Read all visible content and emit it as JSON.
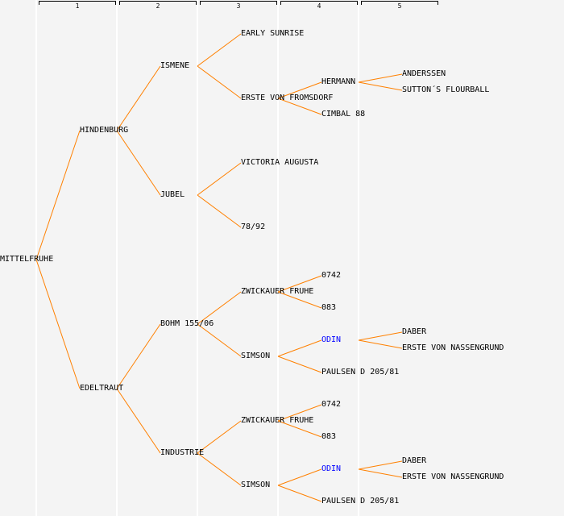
{
  "generations": [
    "1",
    "2",
    "3",
    "4",
    "5"
  ],
  "colors": {
    "line": "#ff8000",
    "text": "#000000",
    "highlight": "#0000ff"
  },
  "tree": {
    "name": "MITTELFRUHE",
    "parents": [
      {
        "name": "HINDENBURG",
        "parents": [
          {
            "name": "ISMENE",
            "parents": [
              {
                "name": "EARLY SUNRISE"
              },
              {
                "name": "ERSTE VON FROMSDORF",
                "parents": [
                  {
                    "name": "HERMANN",
                    "parents": [
                      {
                        "name": "ANDERSSEN"
                      },
                      {
                        "name": "SUTTON´S FLOURBALL"
                      }
                    ]
                  },
                  {
                    "name": "CIMBAL 88"
                  }
                ]
              }
            ]
          },
          {
            "name": "JUBEL",
            "parents": [
              {
                "name": "VICTORIA AUGUSTA"
              },
              {
                "name": "78/92"
              }
            ]
          }
        ]
      },
      {
        "name": "EDELTRAUT",
        "parents": [
          {
            "name": "BOHM 155/06",
            "parents": [
              {
                "name": "ZWICKAUER FRUHE",
                "parents": [
                  {
                    "name": "0742"
                  },
                  {
                    "name": "083"
                  }
                ]
              },
              {
                "name": "SIMSON",
                "parents": [
                  {
                    "name": "ODIN",
                    "highlight": true,
                    "parents": [
                      {
                        "name": "DABER"
                      },
                      {
                        "name": "ERSTE VON NASSENGRUND"
                      }
                    ]
                  },
                  {
                    "name": "PAULSEN D 205/81"
                  }
                ]
              }
            ]
          },
          {
            "name": "INDUSTRIE",
            "parents": [
              {
                "name": "ZWICKAUER FRUHE",
                "parents": [
                  {
                    "name": "0742"
                  },
                  {
                    "name": "083"
                  }
                ]
              },
              {
                "name": "SIMSON",
                "parents": [
                  {
                    "name": "ODIN",
                    "highlight": true,
                    "parents": [
                      {
                        "name": "DABER"
                      },
                      {
                        "name": "ERSTE VON NASSENGRUND"
                      }
                    ]
                  },
                  {
                    "name": "PAULSEN D 205/81"
                  }
                ]
              }
            ]
          }
        ]
      }
    ]
  }
}
